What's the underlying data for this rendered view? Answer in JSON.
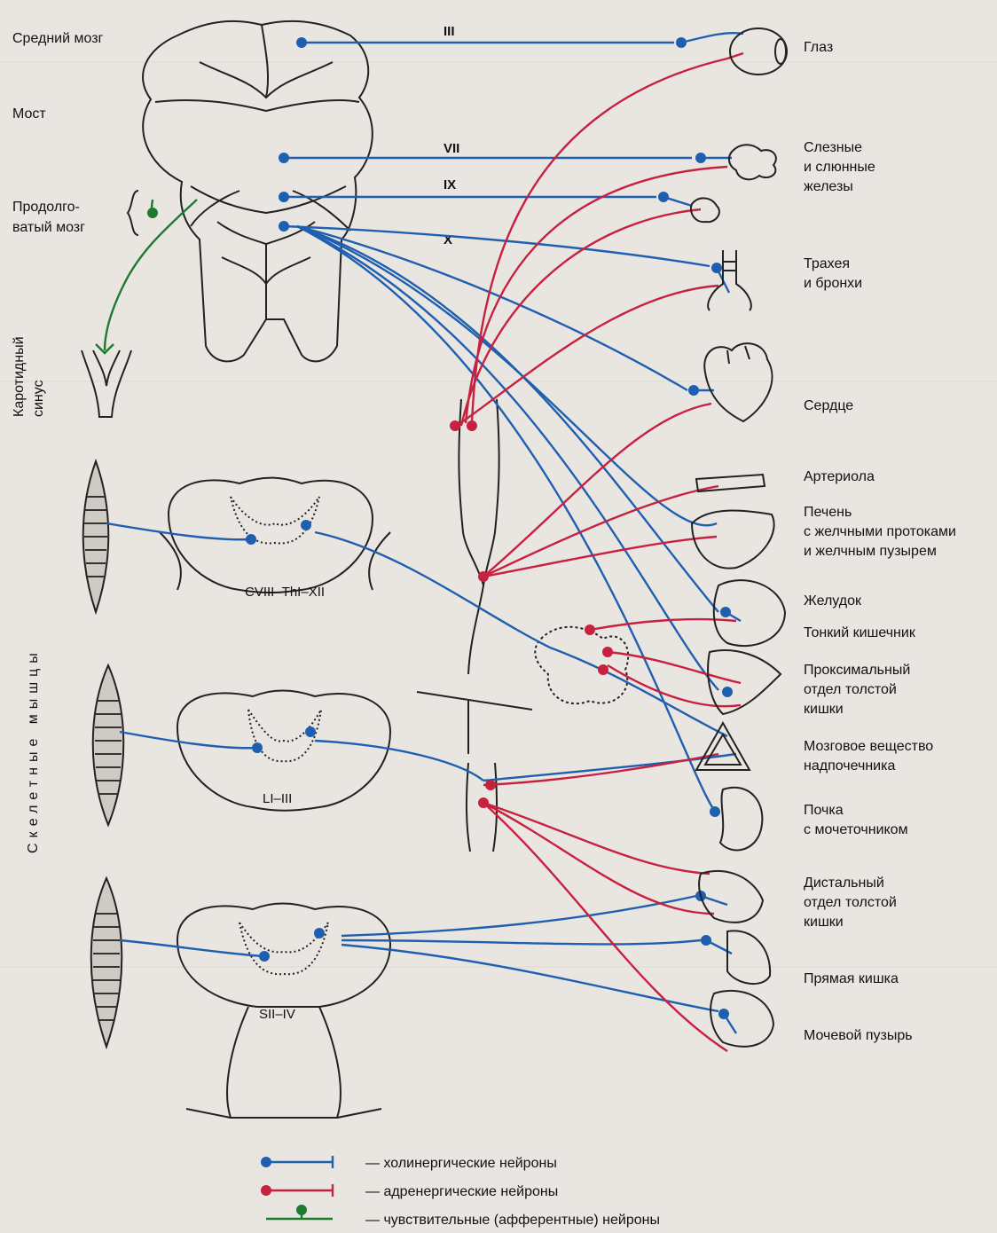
{
  "colors": {
    "cholinergic": "#1f5fb0",
    "adrenergic": "#c8203f",
    "sensory": "#1f7a2e",
    "outline": "#222222",
    "background": "#e9e6e1"
  },
  "brain_labels": {
    "midbrain": "Средний мозг",
    "pons": "Мост",
    "medulla_line1": "Продолго-",
    "medulla_line2": "ватый мозг",
    "carotid_line1": "Каротидный",
    "carotid_line2": "синус"
  },
  "muscles_label": "Скелетные мышцы",
  "nerves": {
    "iii": "III",
    "vii": "VII",
    "ix": "IX",
    "x": "X"
  },
  "segments": {
    "thoracic": "CVIII–ThI–XII",
    "lumbar": "LI–III",
    "sacral": "SII–IV"
  },
  "organs": [
    {
      "id": "eye",
      "text": "Глаз"
    },
    {
      "id": "glands",
      "text": "Слезные и слюнные железы"
    },
    {
      "id": "trachea",
      "text": "Трахея и бронхи"
    },
    {
      "id": "heart",
      "text": "Сердце"
    },
    {
      "id": "arteriole",
      "text": "Артериола"
    },
    {
      "id": "liver",
      "text": "Печень с желчными протоками и желчным пузырем"
    },
    {
      "id": "stomach",
      "text": "Желудок"
    },
    {
      "id": "small_intestine",
      "text": "Тонкий кишечник"
    },
    {
      "id": "proximal_colon",
      "text": "Проксимальный отдел толстой кишки"
    },
    {
      "id": "adrenal",
      "text": "Мозговое вещество надпочечника"
    },
    {
      "id": "kidney",
      "text": "Почка с мочеточником"
    },
    {
      "id": "distal_colon",
      "text": "Дистальный отдел толстой кишки"
    },
    {
      "id": "rectum",
      "text": "Прямая кишка"
    },
    {
      "id": "bladder",
      "text": "Мочевой пузырь"
    }
  ],
  "legend": [
    {
      "id": "cholinergic",
      "text": "— холинергические нейроны"
    },
    {
      "id": "adrenergic",
      "text": "— адренергические нейроны"
    },
    {
      "id": "sensory",
      "text": "— чувствительные (афферентные) нейроны"
    }
  ]
}
